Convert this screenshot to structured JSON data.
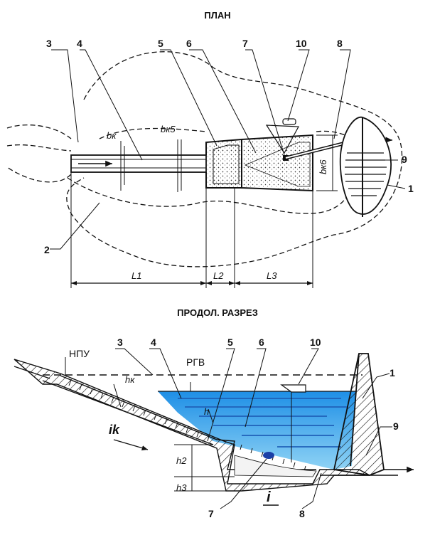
{
  "titles": {
    "plan": "ПЛАН",
    "section": "ПРОДОЛ. РАЗРЕЗ"
  },
  "plan": {
    "callouts": [
      "3",
      "4",
      "5",
      "6",
      "7",
      "10",
      "8",
      "9",
      "1",
      "2"
    ],
    "dims": {
      "bk": "bк",
      "bk5": "bк5",
      "bk6": "bк6",
      "L1": "L1",
      "L2": "L2",
      "L3": "L3"
    }
  },
  "section": {
    "npu": "НПУ",
    "rgv": "РГВ",
    "callouts": [
      "3",
      "4",
      "5",
      "6",
      "10",
      "1",
      "9",
      "7",
      "8"
    ],
    "dims": {
      "hk": "hк",
      "h2": "h2",
      "h3": "h3",
      "h4": "h",
      "ik": "ik",
      "i": "i"
    }
  },
  "colors": {
    "water": "#1e8fe6",
    "water_light": "#8fd3f5",
    "line": "#111111"
  }
}
